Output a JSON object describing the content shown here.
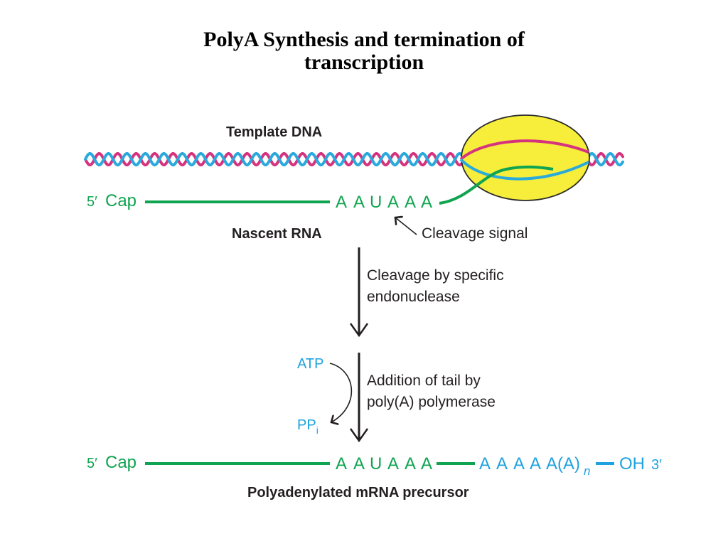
{
  "title": {
    "line1": "PolyA Synthesis and termination of",
    "line2": "transcription"
  },
  "colors": {
    "strand_pink": "#d6337f",
    "strand_blue": "#29a9dc",
    "rna_green": "#10a450",
    "polymerase_fill": "#f6ee3a",
    "tail_blue": "#1fa2de",
    "text_dark": "#231f20"
  },
  "top": {
    "template_label": "Template DNA",
    "cap_prime": "5′",
    "cap_label": "Cap",
    "sequence": [
      "A",
      "A",
      "U",
      "A",
      "A",
      "A"
    ],
    "nascent_label": "Nascent RNA",
    "cleavage_signal_label": "Cleavage signal"
  },
  "step1": {
    "line1": "Cleavage by specific",
    "line2": "endonuclease"
  },
  "step2": {
    "line1": "Addition of tail by",
    "line2": "poly(A) polymerase",
    "atp": "ATP",
    "ppi": "PP",
    "ppi_sub": "i"
  },
  "bottom": {
    "cap_prime": "5′",
    "cap_label": "Cap",
    "sequence": [
      "A",
      "A",
      "U",
      "A",
      "A",
      "A"
    ],
    "tail_sequence": [
      "A",
      "A",
      "A",
      "A",
      "A(A)"
    ],
    "tail_subscript": "n",
    "oh_label": "OH",
    "three_prime": "3′",
    "product_label": "Polyadenylated mRNA precursor"
  }
}
